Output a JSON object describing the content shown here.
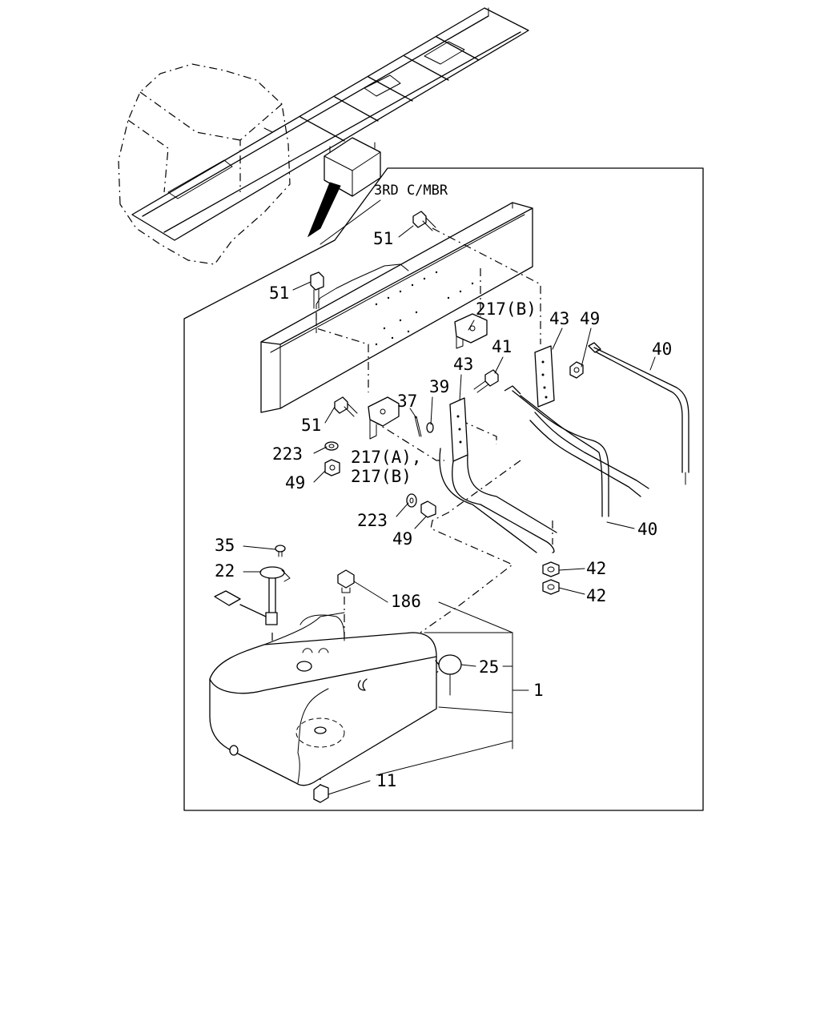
{
  "header": {
    "section_label": "3RD C/MBR"
  },
  "callouts": [
    {
      "id": "51-top",
      "text": "51"
    },
    {
      "id": "51-left",
      "text": "51"
    },
    {
      "id": "51-lower",
      "text": "51"
    },
    {
      "id": "217b-top",
      "text": "217(B)"
    },
    {
      "id": "43-right",
      "text": "43"
    },
    {
      "id": "49-right",
      "text": "49"
    },
    {
      "id": "40-top",
      "text": "40"
    },
    {
      "id": "41",
      "text": "41"
    },
    {
      "id": "43-mid",
      "text": "43"
    },
    {
      "id": "39",
      "text": "39"
    },
    {
      "id": "37",
      "text": "37"
    },
    {
      "id": "223-left",
      "text": "223"
    },
    {
      "id": "217a",
      "text": "217(A),"
    },
    {
      "id": "217b-low",
      "text": "217(B)"
    },
    {
      "id": "49-left",
      "text": "49"
    },
    {
      "id": "223-mid",
      "text": "223"
    },
    {
      "id": "49-mid",
      "text": "49"
    },
    {
      "id": "40-bottom",
      "text": "40"
    },
    {
      "id": "35",
      "text": "35"
    },
    {
      "id": "22",
      "text": "22"
    },
    {
      "id": "186",
      "text": "186"
    },
    {
      "id": "42-a",
      "text": "42"
    },
    {
      "id": "42-b",
      "text": "42"
    },
    {
      "id": "25",
      "text": "25"
    },
    {
      "id": "1",
      "text": "1"
    },
    {
      "id": "11",
      "text": "11"
    }
  ]
}
